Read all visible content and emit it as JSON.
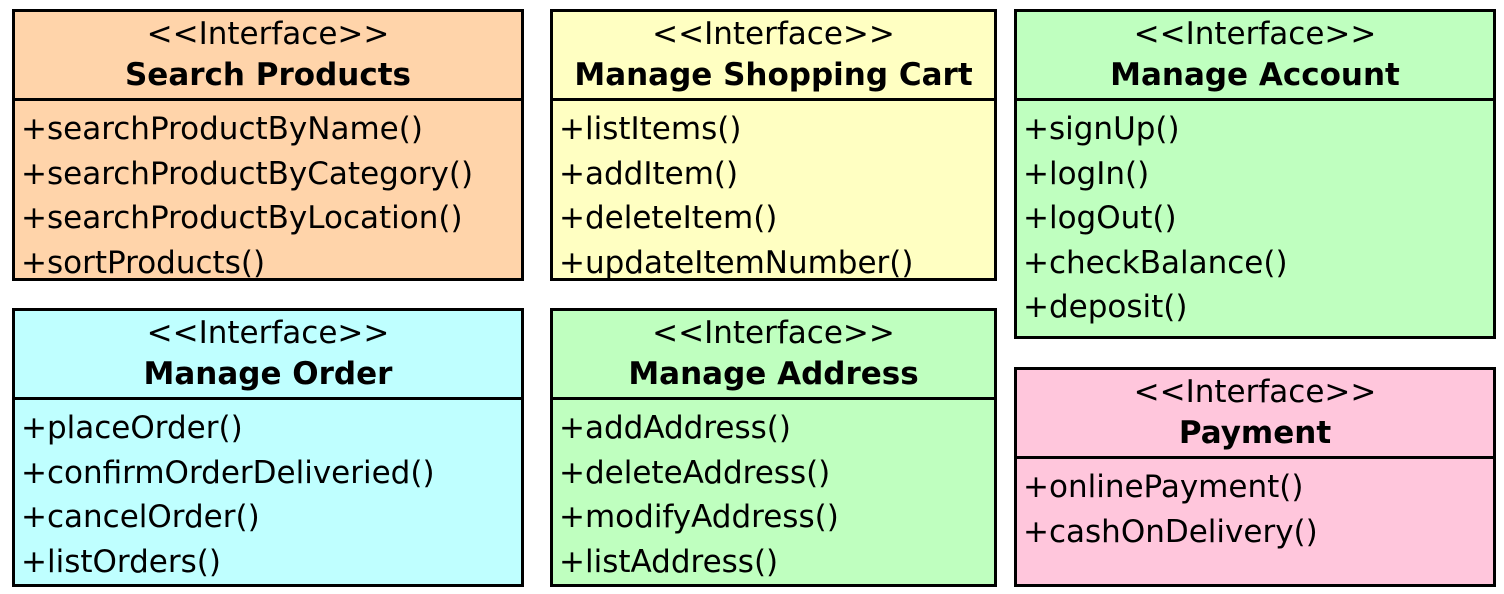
{
  "interfaces": [
    {
      "key": "search-products",
      "stereotype": "<<Interface>>",
      "name": "Search Products",
      "color": "#FFD4AA",
      "operations": [
        "+searchProductByName()",
        "+searchProductByCategory()",
        "+searchProductByLocation()",
        "+sortProducts()"
      ]
    },
    {
      "key": "manage-shopping-cart",
      "stereotype": "<<Interface>>",
      "name": "Manage Shopping Cart",
      "color": "#FFFFC2",
      "operations": [
        "+listItems()",
        "+addItem()",
        "+deleteItem()",
        "+updateItemNumber()"
      ]
    },
    {
      "key": "manage-account",
      "stereotype": "<<Interface>>",
      "name": "Manage Account",
      "color": "#BFFFBF",
      "operations": [
        "+signUp()",
        "+logIn()",
        "+logOut()",
        "+checkBalance()",
        "+deposit()"
      ]
    },
    {
      "key": "manage-order",
      "stereotype": "<<Interface>>",
      "name": "Manage Order",
      "color": "#BFFFFF",
      "operations": [
        "+placeOrder()",
        "+confirmOrderDeliveried()",
        "+cancelOrder()",
        "+listOrders()"
      ]
    },
    {
      "key": "manage-address",
      "stereotype": "<<Interface>>",
      "name": "Manage Address",
      "color": "#BFFFBF",
      "operations": [
        "+addAddress()",
        "+deleteAddress()",
        "+modifyAddress()",
        "+listAddress()"
      ]
    },
    {
      "key": "payment",
      "stereotype": "<<Interface>>",
      "name": "Payment",
      "color": "#FFC6DC",
      "operations": [
        "+onlinePayment()",
        "+cashOnDelivery()"
      ]
    }
  ]
}
